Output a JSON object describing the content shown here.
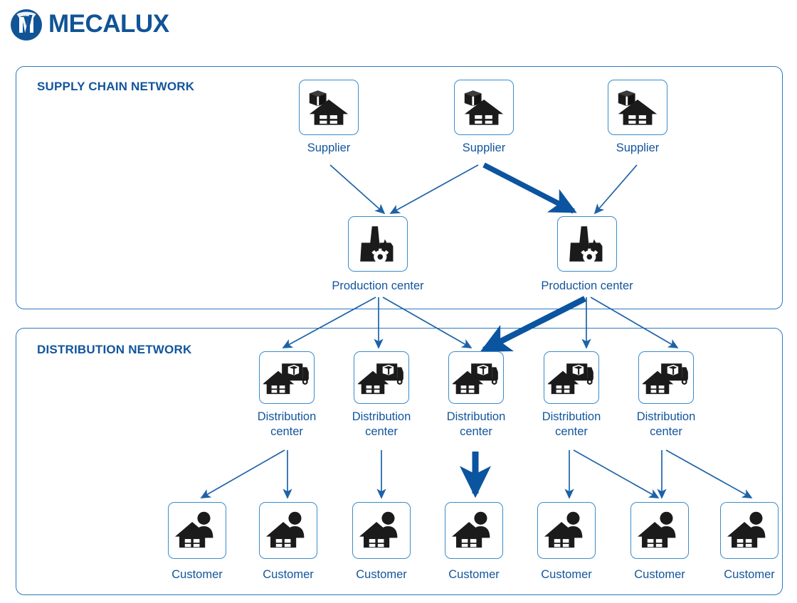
{
  "brand": {
    "name": "MECALUX",
    "logo_icon": "mecalux-circle-m-icon",
    "color": "#105496"
  },
  "colors": {
    "panel_border": "#2b78c0",
    "title": "#12559c",
    "label": "#12559c",
    "arrow_thin": "#2b78c0",
    "arrow_thick": "#0b54a0",
    "icon_dark": "#1b1b1b"
  },
  "sections": [
    {
      "id": "supply-chain",
      "title": "SUPPLY CHAIN NETWORK"
    },
    {
      "id": "distribution",
      "title": "DISTRIBUTION NETWORK"
    }
  ],
  "suppliers": [
    {
      "label": "Supplier",
      "icon": "warehouse-box-icon"
    },
    {
      "label": "Supplier",
      "icon": "warehouse-box-icon"
    },
    {
      "label": "Supplier",
      "icon": "warehouse-box-icon"
    }
  ],
  "production_centers": [
    {
      "label": "Production center",
      "icon": "factory-gear-icon"
    },
    {
      "label": "Production center",
      "icon": "factory-gear-icon"
    }
  ],
  "distribution_centers": [
    {
      "label": "Distribution center",
      "icon": "warehouse-truck-icon"
    },
    {
      "label": "Distribution center",
      "icon": "warehouse-truck-icon"
    },
    {
      "label": "Distribution center",
      "icon": "warehouse-truck-icon"
    },
    {
      "label": "Distribution center",
      "icon": "warehouse-truck-icon"
    },
    {
      "label": "Distribution center",
      "icon": "warehouse-truck-icon"
    }
  ],
  "customers": [
    {
      "label": "Customer",
      "icon": "house-person-icon"
    },
    {
      "label": "Customer",
      "icon": "house-person-icon"
    },
    {
      "label": "Customer",
      "icon": "house-person-icon"
    },
    {
      "label": "Customer",
      "icon": "house-person-icon"
    },
    {
      "label": "Customer",
      "icon": "house-person-icon"
    },
    {
      "label": "Customer",
      "icon": "house-person-icon"
    },
    {
      "label": "Customer",
      "icon": "house-person-icon"
    }
  ],
  "flows": {
    "supplier_to_production": [
      {
        "from": "supplier-1",
        "to": "production-1",
        "emphasis": "thin"
      },
      {
        "from": "supplier-2",
        "to": "production-1",
        "emphasis": "thin"
      },
      {
        "from": "supplier-2",
        "to": "production-2",
        "emphasis": "thick"
      },
      {
        "from": "supplier-3",
        "to": "production-2",
        "emphasis": "thin"
      }
    ],
    "production_to_distribution": [
      {
        "from": "production-1",
        "to": "distribution-1",
        "emphasis": "thin"
      },
      {
        "from": "production-1",
        "to": "distribution-2",
        "emphasis": "thin"
      },
      {
        "from": "production-1",
        "to": "distribution-3",
        "emphasis": "thin"
      },
      {
        "from": "production-2",
        "to": "distribution-3",
        "emphasis": "thick"
      },
      {
        "from": "production-2",
        "to": "distribution-4",
        "emphasis": "thin"
      },
      {
        "from": "production-2",
        "to": "distribution-5",
        "emphasis": "thin"
      }
    ],
    "distribution_to_customer": [
      {
        "from": "distribution-1",
        "to": "customer-1",
        "emphasis": "thin"
      },
      {
        "from": "distribution-1",
        "to": "customer-2",
        "emphasis": "thin"
      },
      {
        "from": "distribution-2",
        "to": "customer-3",
        "emphasis": "thin"
      },
      {
        "from": "distribution-3",
        "to": "customer-4",
        "emphasis": "thick"
      },
      {
        "from": "distribution-4",
        "to": "customer-5",
        "emphasis": "thin"
      },
      {
        "from": "distribution-4",
        "to": "customer-6",
        "emphasis": "thin"
      },
      {
        "from": "distribution-5",
        "to": "customer-6",
        "emphasis": "thin"
      },
      {
        "from": "distribution-5",
        "to": "customer-7",
        "emphasis": "thin"
      }
    ]
  }
}
